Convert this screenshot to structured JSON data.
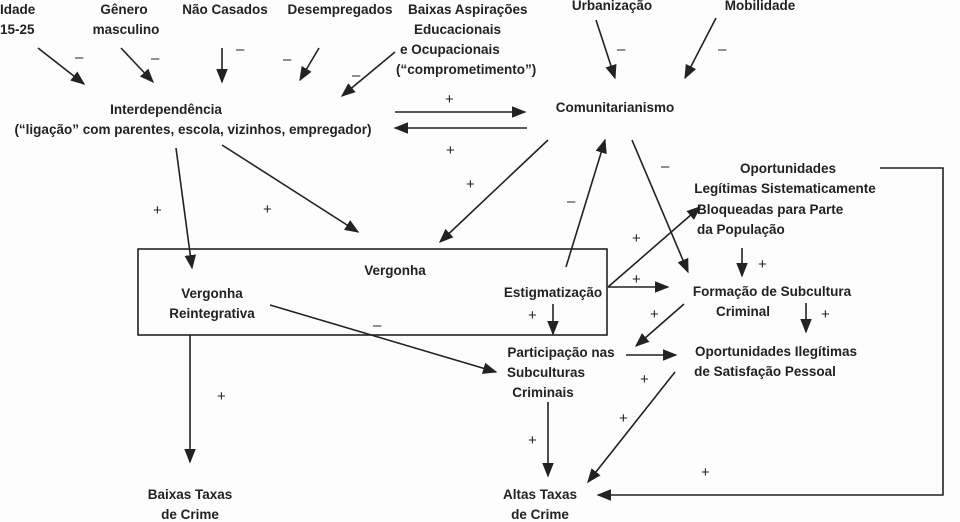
{
  "nodes": {
    "idade": [
      "Idade",
      "15-25"
    ],
    "genero": [
      "Gênero",
      "masculino"
    ],
    "nao_casados": [
      "Não Casados"
    ],
    "desempregados": [
      "Desempregados"
    ],
    "aspiracoes": [
      "Baixas Aspirações",
      "Educacionais",
      "e Ocupacionais",
      "(“comprometimento”)"
    ],
    "urbanizacao": [
      "Urbanização"
    ],
    "mobilidade": [
      "Mobilidade"
    ],
    "interdependencia": [
      "Interdependência",
      "(“ligação” com parentes, escola, vizinhos, empregador)"
    ],
    "comunitarianismo": [
      "Comunitarianismo"
    ],
    "oportunidades_bloqueadas": [
      "Oportunidades",
      "Legítimas Sistematicamente",
      "Bloqueadas para Parte",
      "da População"
    ],
    "vergonha": [
      "Vergonha"
    ],
    "vergonha_reintegrativa": [
      "Vergonha",
      "Reintegrativa"
    ],
    "estigmatizacao": [
      "Estigmatização"
    ],
    "formacao_subcultura": [
      "Formação de Subcultura",
      "Criminal"
    ],
    "participacao": [
      "Participação nas",
      "Subculturas",
      "Criminais"
    ],
    "oportunidades_ilegitimas": [
      "Oportunidades Ilegítimas",
      "de Satisfação Pessoal"
    ],
    "baixas_taxas": [
      "Baixas Taxas",
      "de Crime"
    ],
    "altas_taxas": [
      "Altas Taxas",
      "de Crime"
    ]
  },
  "signs": {
    "minus": "–",
    "plus": "+"
  }
}
